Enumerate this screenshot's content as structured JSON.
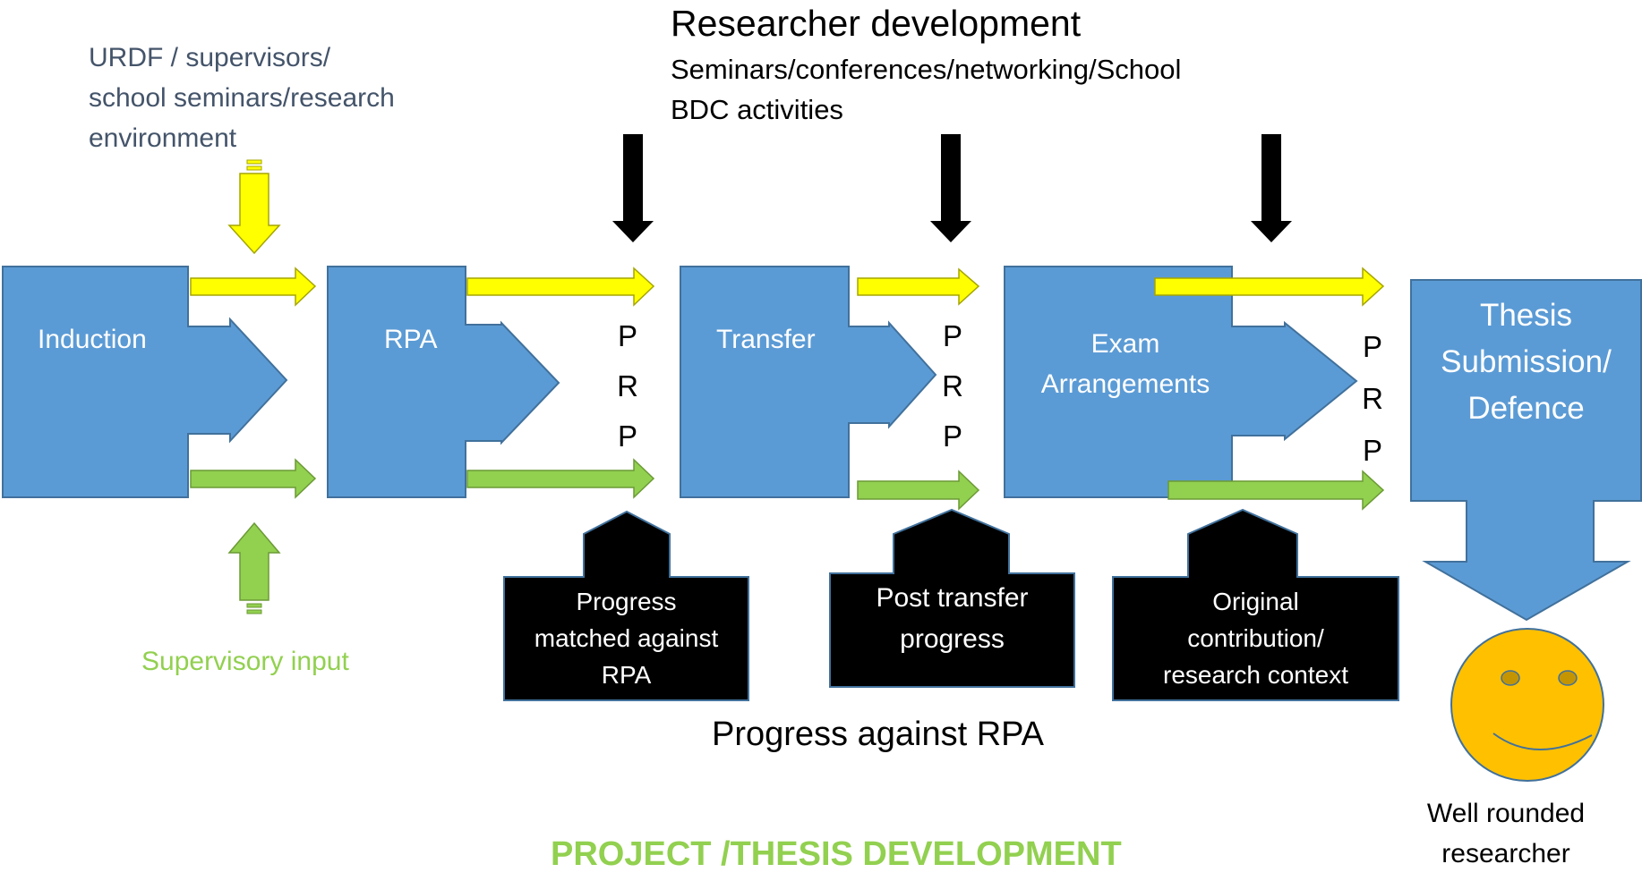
{
  "colors": {
    "stage_blue": "#5B9BD5",
    "stage_blue_border": "#41719C",
    "yellow": "#FFFF00",
    "yellow_border": "#A5A500",
    "green": "#92D050",
    "green_border": "#6B9A35",
    "black": "#000000",
    "slate_text": "#44546A",
    "green_text": "#92D050",
    "smiley": "#FFC000"
  },
  "top_left_note": {
    "line1": "URDF / supervisors/",
    "line2": "school seminars/research",
    "line3": "environment"
  },
  "researcher_development": {
    "title": "Researcher  development",
    "line1": "Seminars/conferences/networking/School",
    "line2": "BDC activities"
  },
  "stages": {
    "induction": "Induction",
    "rpa": "RPA",
    "transfer": "Transfer",
    "exam_line1": "Exam",
    "exam_line2": "Arrangements",
    "thesis_line1": "Thesis",
    "thesis_line2": "Submission/",
    "thesis_line3": "Defence"
  },
  "prp": {
    "letters1": [
      "P",
      "R",
      "P"
    ],
    "letters2": [
      "P",
      "R",
      "P"
    ],
    "letters3": [
      "P",
      "R",
      "P"
    ]
  },
  "progress_boxes": {
    "box1_line1": "Progress",
    "box1_line2": "matched against",
    "box1_line3": "RPA",
    "box2_line1": "Post transfer",
    "box2_line2": "progress",
    "box3_line1": "Original",
    "box3_line2": "contribution/",
    "box3_line3": "research context"
  },
  "supervisory_input": "Supervisory input",
  "progress_against_rpa": "Progress against RPA",
  "project_thesis_development": "PROJECT /THESIS DEVELOPMENT",
  "outcome": {
    "line1": "Well rounded",
    "line2": "researcher",
    "icon": "smiley-face-icon"
  }
}
